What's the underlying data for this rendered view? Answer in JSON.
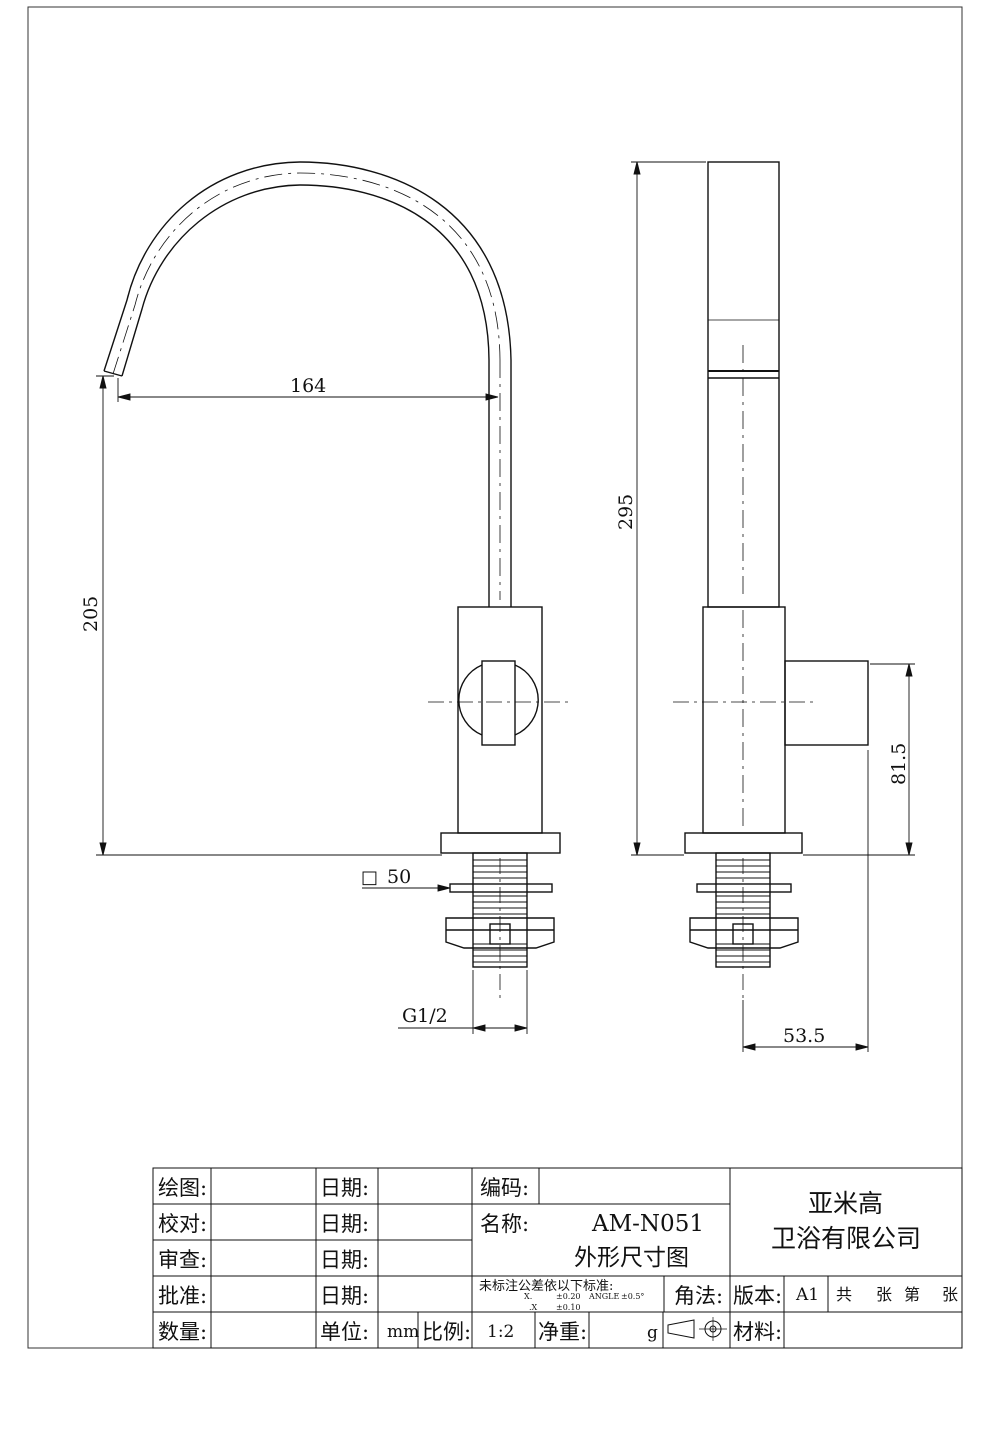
{
  "drawing": {
    "dimensions": {
      "reach": "164",
      "height": "205",
      "total_height": "295",
      "handle_height": "81.5",
      "base_square": "50",
      "base_square_symbol": "□",
      "thread": "G1/2",
      "depth": "53.5"
    }
  },
  "title_block": {
    "labels": {
      "drawn": "绘图:",
      "checked": "校对:",
      "reviewed": "审查:",
      "approved": "批准:",
      "quantity": "数量:",
      "date": "日期:",
      "unit": "单位:",
      "scale": "比例:",
      "code": "编码:",
      "name": "名称:",
      "projection": "角法:",
      "version": "版本:",
      "net_weight": "净重:",
      "material": "材料:"
    },
    "values": {
      "unit": "mm",
      "scale": "1:2",
      "weight_unit": "g",
      "model": "AM-N051",
      "drawing_name": "外形尺寸图",
      "version": "A1"
    },
    "sheets": {
      "total": "共",
      "sheet_word": "张",
      "number": "第",
      "sheet_word2": "张"
    },
    "tolerance": {
      "title": "未标注公差依以下标准:",
      "row1_a": "X.",
      "row1_b": "±0.20",
      "row1_c": "ANGLE",
      "row1_d": "±0.5°",
      "row2_a": ".X",
      "row2_b": "±0.10"
    },
    "company": {
      "line1": "亚米高",
      "line2": "卫浴有限公司"
    }
  }
}
